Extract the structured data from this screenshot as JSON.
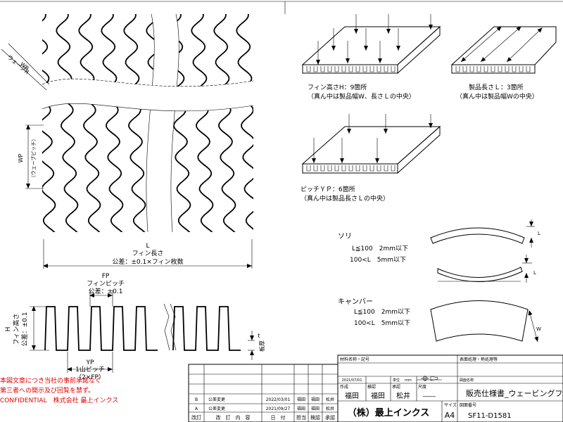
{
  "wave_view": {
    "wr_label": "WR",
    "wr_sub": "ウェーブR",
    "wp_label": "WP",
    "wp_sub": "（ウェーブピッチ）",
    "l_label": "L",
    "l_sub": "フィン長さ",
    "l_tol": "公差：±0.1×フィン枚数"
  },
  "fin_section": {
    "fp_label": "FP",
    "fp_sub": "フィンピッチ",
    "fp_tol": "公差：±0.1",
    "h_label": "H",
    "h_sub": "フィン高さ",
    "h_tol": "公差：±0.1",
    "t_label": "t",
    "t_sub": "板厚",
    "yp_label": "YP",
    "yp_sub": "1山ピッチ",
    "yp_sub2": "（2×FP）"
  },
  "measure": {
    "h_caption": "フィン高さH：9箇所",
    "h_note": "（真ん中は製品幅W、長さＬの中央）",
    "l_caption": "製品長さＬ：3箇所",
    "l_note": "（真ん中は製品幅Wの中央）",
    "yp_caption": "ピッチＹＰ：6箇所",
    "yp_note": "（真ん中は製品長さＬの中央）"
  },
  "tolerance": {
    "sori_title": "ソリ",
    "sori_row1": "L≦100　2mm以下",
    "sori_row2": "100<L　5mm以下",
    "camber_title": "キャンバー",
    "camber_row1": "L≦100　2mm以下",
    "camber_row2": "100<L　5mm以下",
    "l_mark": "L",
    "w_mark": "W"
  },
  "confidential": {
    "line1": "本図文章につき当社の事前承諾なく",
    "line2": "第三者への開示及び回覧を禁ず。",
    "line3": "CONFIDENTIAL　株式会社 最上インクス"
  },
  "revisions": {
    "rows": [
      {
        "mark": "B",
        "content": "公差変更",
        "date": "2022/03/01",
        "author": "福田",
        "checker": "福田",
        "approver": "松井"
      },
      {
        "mark": "A",
        "content": "公差変更",
        "date": "2021/09/27",
        "author": "福田",
        "checker": "福田",
        "approver": "松井"
      }
    ],
    "headers": {
      "mark": "改訂",
      "content": "改　訂　内　容",
      "date": "日　付",
      "author": "担当",
      "checker": "検認",
      "approver": "承認"
    }
  },
  "title_block": {
    "material_label": "材料名称・記号",
    "surface_label": "表面処理・熱処理等",
    "date_hdr": "2021/07/01",
    "unit_label": "単位",
    "unit_value": "mm",
    "author_label": "作成",
    "checker_label": "検認",
    "approver_label": "承認",
    "scale_label": "尺度",
    "author_name": "福田",
    "checker_name": "福田",
    "approver_name": "松井",
    "scale_value": "――",
    "drawing_name_label": "図面名称",
    "drawing_name": "販売仕様書_ウェービングフ",
    "company": "（株）最上インクス",
    "size_label": "サイズ",
    "size_value": "A4",
    "number_label": "図面番号",
    "number_value": "SF11-D1581"
  }
}
